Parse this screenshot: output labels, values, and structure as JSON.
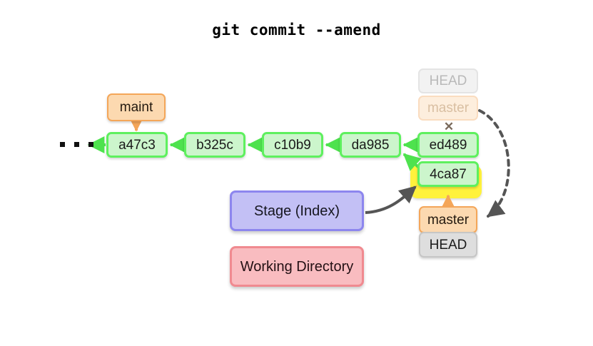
{
  "title": "git commit --amend",
  "diagram": {
    "ellipsis_label": "...",
    "commits": [
      {
        "id": "a47c3",
        "label": "a47c3"
      },
      {
        "id": "b325c",
        "label": "b325c"
      },
      {
        "id": "c10b9",
        "label": "c10b9"
      },
      {
        "id": "da985",
        "label": "da985"
      },
      {
        "id": "ed489",
        "label": "ed489"
      },
      {
        "id": "4ca87",
        "label": "4ca87"
      }
    ],
    "refs": {
      "maint": "maint",
      "old_head": "HEAD",
      "old_master": "master",
      "new_master": "master",
      "new_head": "HEAD"
    },
    "areas": {
      "stage": "Stage (Index)",
      "working_directory": "Working Directory"
    },
    "markers": {
      "detach_x": "✕"
    },
    "colors": {
      "commit_fill": "#ccf5cc",
      "commit_border": "#5ef05e",
      "branch_fill": "#fcd9b0",
      "branch_border": "#f4a659",
      "head_fill": "#dedede",
      "head_border": "#c6c6c6",
      "ghost_head_fill": "#f2f2f2",
      "ghost_branch_fill": "#fdeedd",
      "stage_fill": "#c3c0f5",
      "stage_border": "#8d86ee",
      "working_fill": "#f9bcc0",
      "working_border": "#f08a90",
      "highlight": "#fff23c",
      "arrow_gray": "#555555",
      "arrow_green": "#4ee24e",
      "arrow_orange": "#f4a659",
      "x_mark": "#7a6a5c",
      "title_color": "#000000"
    }
  }
}
